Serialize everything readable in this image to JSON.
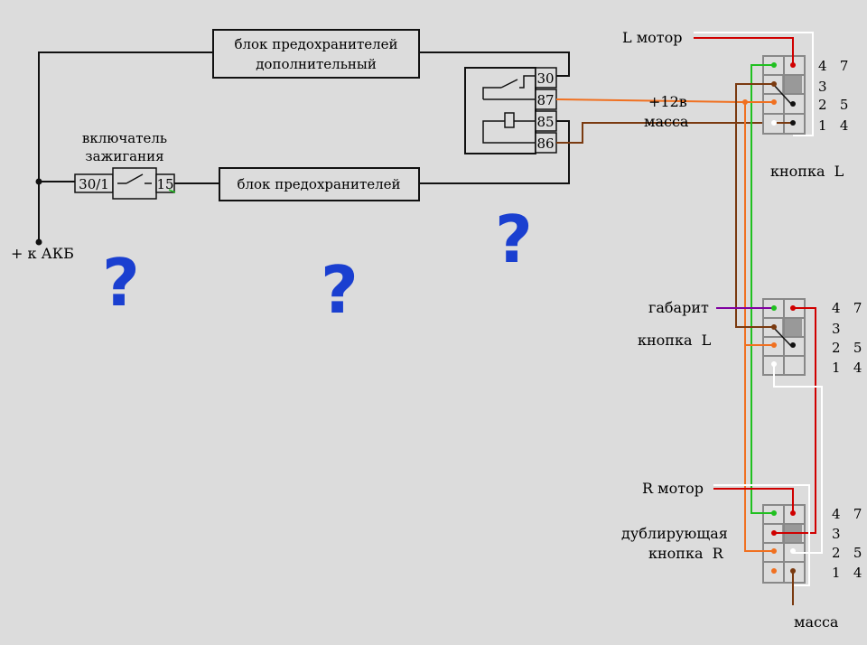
{
  "blocks": {
    "fuse_additional_line1": "блок предохранителей",
    "fuse_additional_line2": "дополнительный",
    "fuse_main": "блок предохранителей"
  },
  "ignition": {
    "label_line1": "включатель",
    "label_line2": "зажигания",
    "pin_in": "30/1",
    "pin_out": "15"
  },
  "battery_label": "+ к АКБ",
  "relay_pins": [
    "30",
    "87",
    "85",
    "86"
  ],
  "wire_labels": {
    "plus12": "+12в",
    "mass": "масса",
    "motor_l": "L мотор",
    "button_l": "кнопка  L",
    "gabarit": "габарит",
    "button_l_mid": "кнопка  L",
    "motor_r": "R мотор",
    "dup_line1": "дублирующая",
    "dup_line2": "кнопка  R",
    "mass_bottom": "масса"
  },
  "pin_numbers": {
    "row1": "4   7",
    "row2": "3",
    "row3": "2   5",
    "row4": "1   4"
  },
  "question_mark": "?",
  "colors": {
    "red": "#d00000",
    "orange": "#f07020",
    "brown": "#7a3a10",
    "green": "#20c020",
    "purple": "#8000a0",
    "white": "#ffffff",
    "question": "#1a3fd0"
  }
}
